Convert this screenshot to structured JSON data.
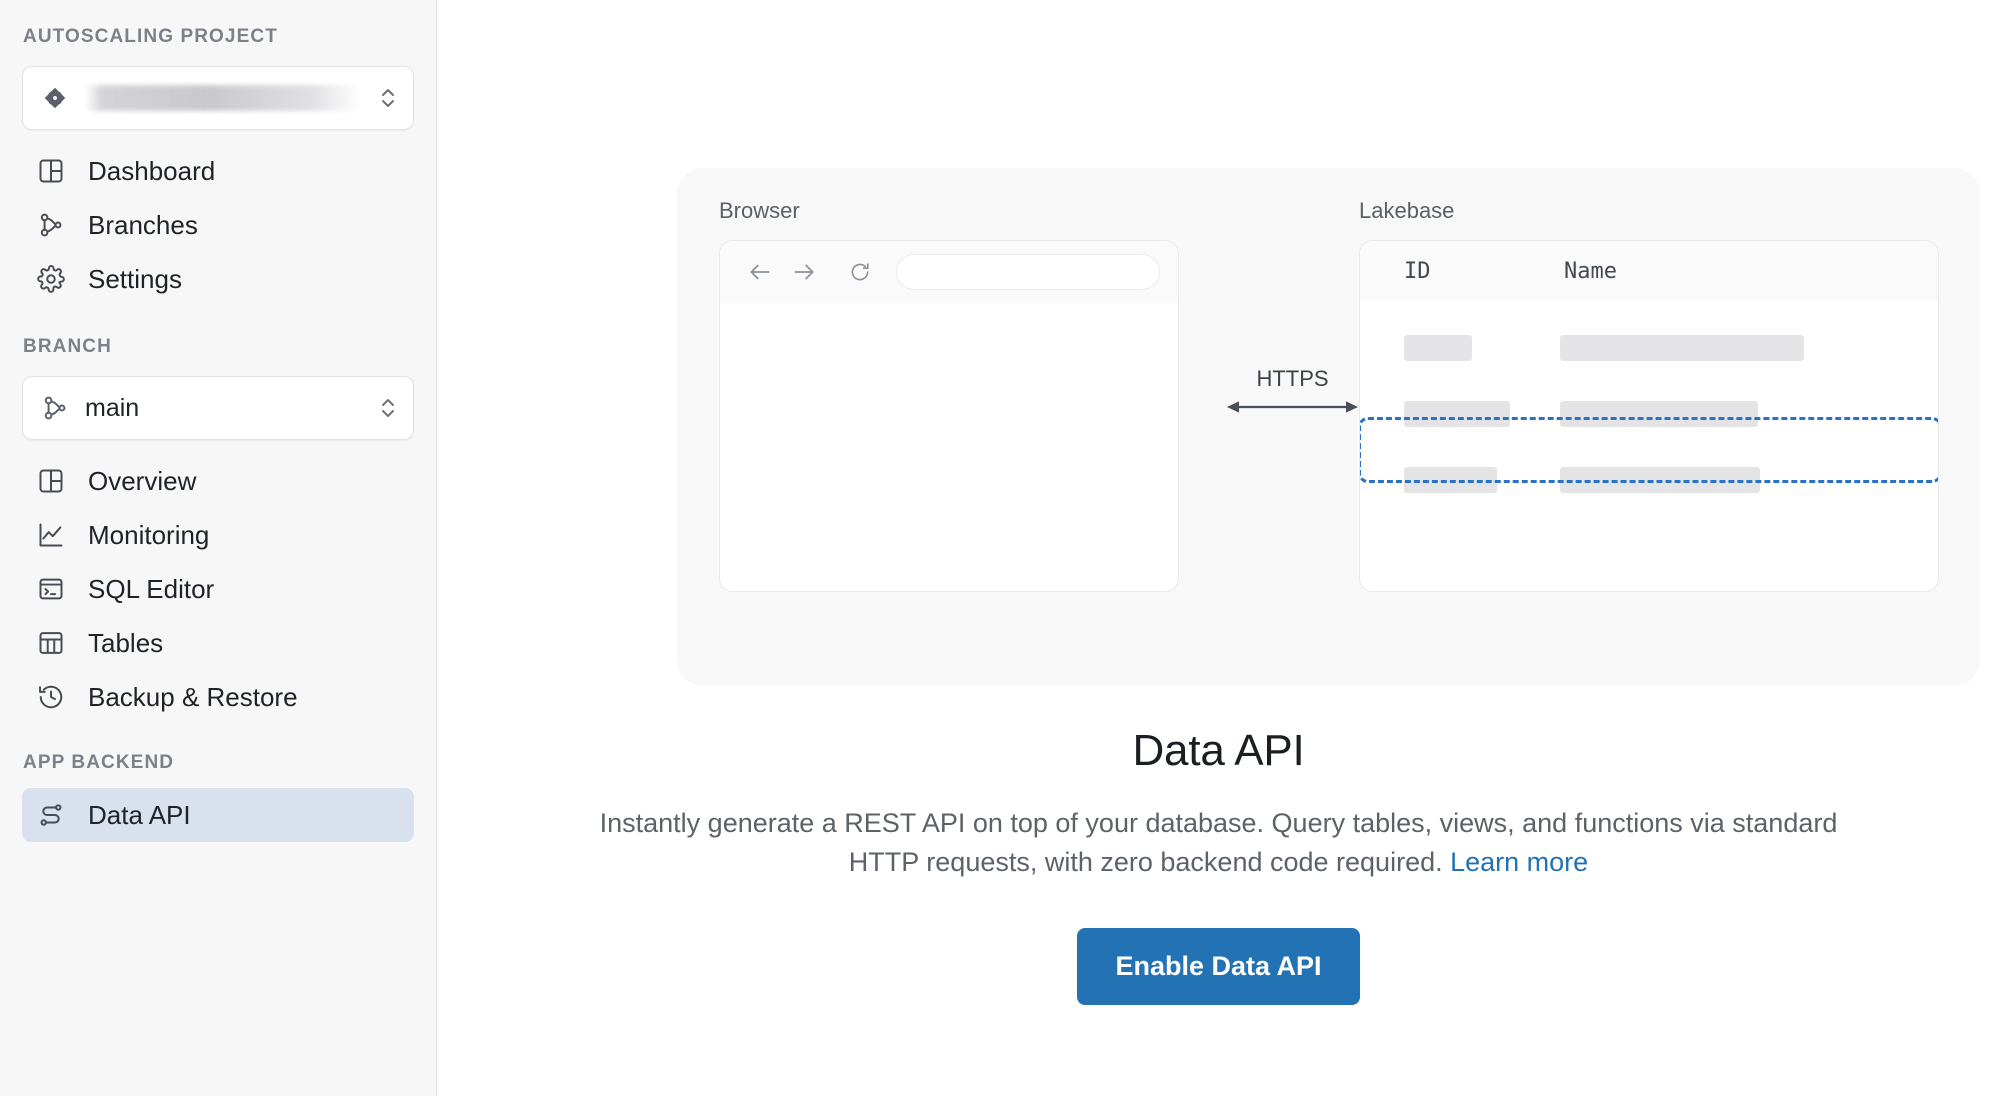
{
  "sidebar": {
    "project_section_label": "AUTOSCALING PROJECT",
    "project_selector": {
      "icon": "project-diamond-icon",
      "value": "",
      "redacted": true,
      "chevron": "chevron-up-down-icon"
    },
    "project_nav": [
      {
        "label": "Dashboard",
        "icon": "dashboard-grid-icon",
        "active": false
      },
      {
        "label": "Branches",
        "icon": "branch-icon",
        "active": false
      },
      {
        "label": "Settings",
        "icon": "gear-icon",
        "active": false
      }
    ],
    "branch_section_label": "BRANCH",
    "branch_selector": {
      "icon": "branch-icon",
      "value": "main",
      "chevron": "chevron-up-down-icon"
    },
    "branch_nav": [
      {
        "label": "Overview",
        "icon": "dashboard-grid-icon",
        "active": false
      },
      {
        "label": "Monitoring",
        "icon": "line-chart-icon",
        "active": false
      },
      {
        "label": "SQL Editor",
        "icon": "terminal-icon",
        "active": false
      },
      {
        "label": "Tables",
        "icon": "table-icon",
        "active": false
      },
      {
        "label": "Backup & Restore",
        "icon": "history-clock-icon",
        "active": false
      }
    ],
    "app_backend_section_label": "APP BACKEND",
    "app_backend_nav": [
      {
        "label": "Data API",
        "icon": "data-api-flow-icon",
        "active": true
      }
    ]
  },
  "illustration": {
    "browser_label": "Browser",
    "lakebase_label": "Lakebase",
    "connection_label": "HTTPS",
    "browser_controls": [
      "back-arrow-icon",
      "forward-arrow-icon",
      "reload-icon"
    ],
    "browser_url_value": "",
    "table": {
      "columns": [
        "ID",
        "Name"
      ],
      "rows": [
        {
          "id_width": 68,
          "name_width": 244,
          "highlighted": false
        },
        {
          "id_width": 50,
          "name_width": 198,
          "highlighted": true
        },
        {
          "id_width": 60,
          "name_width": 222,
          "highlighted": false
        }
      ],
      "highlight_color": "#2a72c4"
    }
  },
  "content": {
    "title": "Data API",
    "description_part_1": "Instantly generate a REST API on top of your database. Query tables, views, and functions via standard HTTP requests, with zero backend code required. ",
    "learn_more_label": "Learn more",
    "cta_label": "Enable Data API"
  },
  "colors": {
    "accent": "#2272b4",
    "sidebar_bg": "#f7f7f8",
    "active_nav_bg": "#d9e0ee",
    "card_bg": "#f8f8f9",
    "link": "#2272b4"
  }
}
